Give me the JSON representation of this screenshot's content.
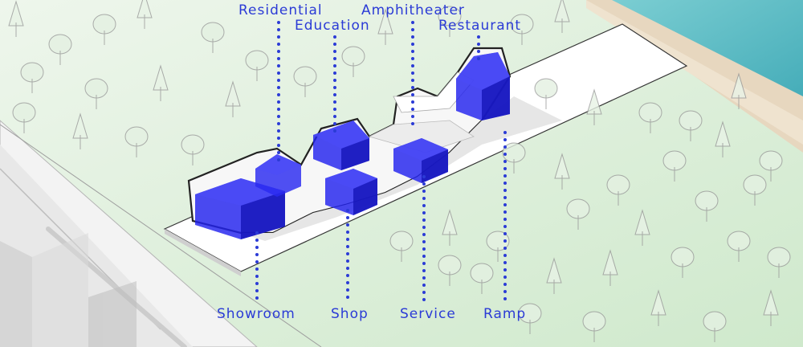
{
  "colors": {
    "accent": "#2b3bd6",
    "volume": "#2222ee",
    "lawn": "#d9efd6",
    "sea": "#5fbfc6",
    "sand": "#e7d7bf",
    "road": "#f2f2f2"
  },
  "labels": {
    "residential": "Residential",
    "education": "Education",
    "amphitheater": "Amphitheater",
    "restaurant": "Restaurant",
    "showroom": "Showroom",
    "shop": "Shop",
    "service": "Service",
    "ramp": "Ramp"
  }
}
